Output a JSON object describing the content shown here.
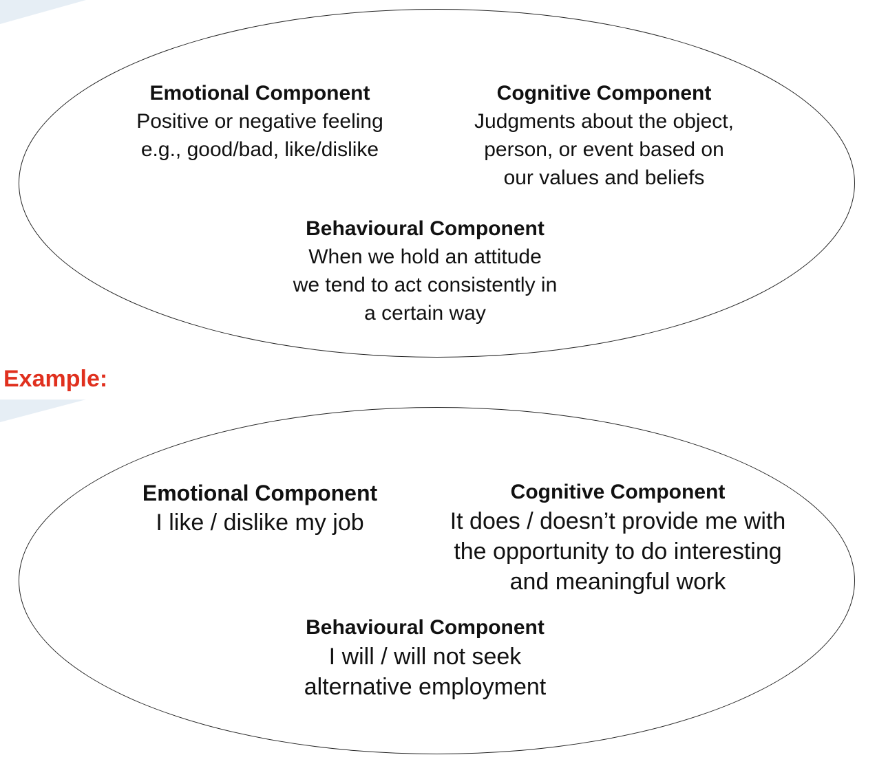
{
  "colors": {
    "accent_red": "#e0301e",
    "stroke": "#222222",
    "corner_tint": "#e6eef5"
  },
  "definition": {
    "emotional": {
      "title": "Emotional Component",
      "lines": [
        "Positive or negative feeling",
        "e.g., good/bad, like/dislike"
      ]
    },
    "cognitive": {
      "title": "Cognitive Component",
      "lines": [
        "Judgments about the object,",
        "person, or event based on",
        "our values and beliefs"
      ]
    },
    "behavioural": {
      "title": "Behavioural Component",
      "lines": [
        "When we hold an attitude",
        "we tend to act consistently in",
        "a certain way"
      ]
    }
  },
  "example_label": "Example:",
  "example": {
    "emotional": {
      "title": "Emotional Component",
      "lines": [
        "I like / dislike my job"
      ]
    },
    "cognitive": {
      "title": "Cognitive Component",
      "lines": [
        "It does / doesn’t provide me with",
        "the opportunity to do interesting",
        "and meaningful work"
      ]
    },
    "behavioural": {
      "title": "Behavioural Component",
      "lines": [
        "I will / will not seek",
        "alternative employment"
      ]
    }
  }
}
